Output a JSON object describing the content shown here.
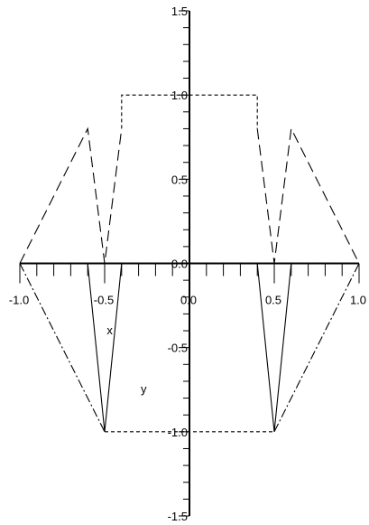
{
  "chart_data": {
    "type": "line",
    "title": "",
    "xlabel": "x",
    "ylabel": "y",
    "xlim": [
      -1.0,
      1.0
    ],
    "ylim": [
      -1.5,
      1.5
    ],
    "x_ticks": [
      -1.0,
      -0.5,
      0.0,
      0.5,
      1.0
    ],
    "x_tick_labels": [
      "-1.0",
      "-0.5",
      "0.0",
      "0.5",
      "1.0"
    ],
    "y_ticks": [
      -1.5,
      -1.0,
      -0.5,
      0.0,
      0.5,
      1.0,
      1.5
    ],
    "y_tick_labels": [
      "-1.5",
      "-1.0",
      "-0.5",
      "0.0",
      "0.5",
      "1.0",
      "1.5"
    ],
    "grid": false,
    "legend": "none",
    "series": [
      {
        "dash": "solid",
        "x": [
          -0.6,
          -0.5,
          -0.4
        ],
        "y": [
          0.0,
          -1.0,
          0.0
        ]
      },
      {
        "dash": "solid",
        "x": [
          0.4,
          0.5,
          0.6
        ],
        "y": [
          0.0,
          -1.0,
          0.0
        ]
      },
      {
        "dash": "long-dash",
        "x": [
          -1.0,
          -0.6,
          -0.5,
          -0.4
        ],
        "y": [
          0.0,
          0.8,
          0.0,
          0.8
        ]
      },
      {
        "dash": "long-dash",
        "x": [
          0.4,
          0.5,
          0.6,
          1.0
        ],
        "y": [
          0.8,
          0.0,
          0.8,
          0.0
        ]
      },
      {
        "dash": "short-dash",
        "x": [
          -0.4,
          -0.4,
          0.4,
          0.4
        ],
        "y": [
          0.8,
          1.0,
          1.0,
          0.8
        ]
      },
      {
        "dash": "short-dash",
        "x": [
          -0.5,
          0.5
        ],
        "y": [
          -1.0,
          -1.0
        ]
      },
      {
        "dash": "dash-dot",
        "x": [
          -1.0,
          -0.5
        ],
        "y": [
          0.0,
          -1.0
        ]
      },
      {
        "dash": "dash-dot",
        "x": [
          0.5,
          1.0
        ],
        "y": [
          -1.0,
          0.0
        ]
      }
    ]
  }
}
